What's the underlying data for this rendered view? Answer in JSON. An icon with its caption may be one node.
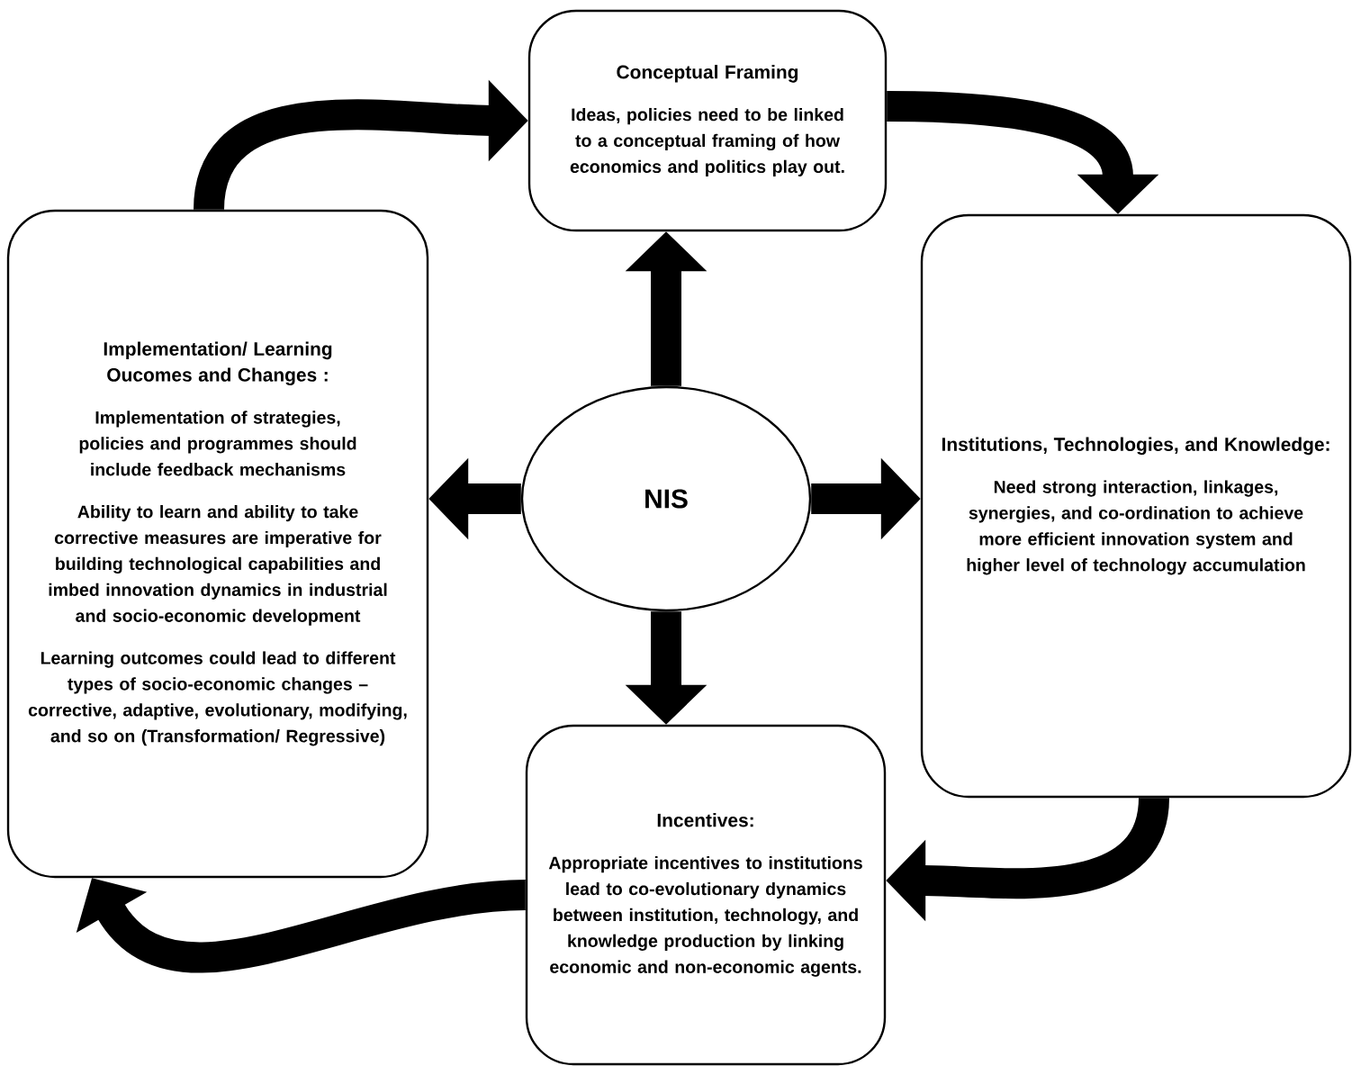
{
  "diagram": {
    "nodes": [
      {
        "text": [
          "Conceptual Framing",
          "Ideas, policies need to be linked to a conceptual framing of how economics and politics play out."
        ]
      },
      {
        "text": [
          "Implementation/ Learning Oucomes and Changes :",
          "Implementation of strategies, policies and programmes should include feedback mechanisms",
          "Ability to learn and ability to take corrective measures are imperative for building technological capabilities and imbed innovation dynamics in industrial and socio-economic development",
          "Learning outcomes could lead to different types of socio-economic changes – corrective, adaptive, evolutionary, modifying, and so on (Transformation/ Regressive)"
        ]
      },
      {
        "text": [
          "NIS"
        ]
      },
      {
        "text": [
          "Institutions, Technologies, and Knowledge:",
          "Need strong interaction, linkages, synergies, and co-ordination to achieve more efficient innovation system and higher level of technology accumulation"
        ]
      },
      {
        "text": [
          "Incentives:",
          "Appropriate incentives to institutions lead to co-evolutionary dynamics between institution, technology, and knowledge production by linking economic and non-economic agents."
        ]
      }
    ],
    "edges": [
      {
        "from": 1,
        "to": 0,
        "arrow": "to"
      },
      {
        "from": 0,
        "to": 3,
        "arrow": "to"
      },
      {
        "from": 3,
        "to": 4,
        "arrow": "to"
      },
      {
        "from": 4,
        "to": 1,
        "arrow": "to"
      },
      {
        "from": 2,
        "to": 0,
        "arrow": "to"
      },
      {
        "from": 2,
        "to": 1,
        "arrow": "to"
      },
      {
        "from": 2,
        "to": 3,
        "arrow": "to"
      },
      {
        "from": 2,
        "to": 4,
        "arrow": "to"
      }
    ]
  }
}
